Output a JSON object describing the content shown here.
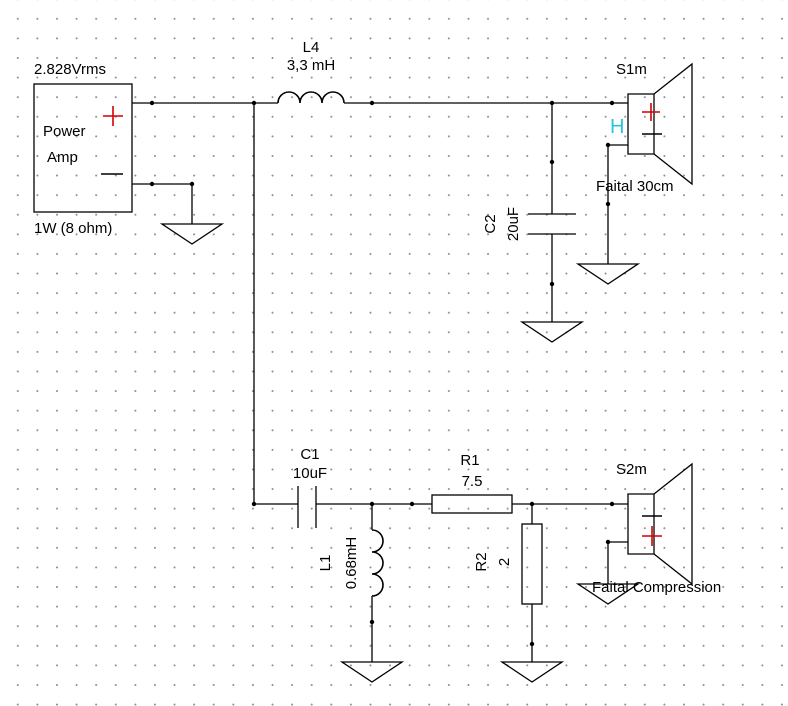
{
  "amplifier": {
    "voltage": "2.828Vrms",
    "name_line1": "Power",
    "name_line2": "Amp",
    "power_rating": "1W (8 ohm)"
  },
  "components": {
    "L4": {
      "ref": "L4",
      "value": "3,3 mH"
    },
    "C2": {
      "ref": "C2",
      "value": "20uF"
    },
    "C1": {
      "ref": "C1",
      "value": "10uF"
    },
    "L1": {
      "ref": "L1",
      "value": "0.68mH"
    },
    "R1": {
      "ref": "R1",
      "value": "7.5"
    },
    "R2": {
      "ref": "R2",
      "value": "2"
    }
  },
  "speakers": {
    "S1m": {
      "ref": "S1m",
      "model": "Faital 30cm",
      "marker": "H"
    },
    "S2m": {
      "ref": "S2m",
      "model": "Faital Compression"
    }
  },
  "colors": {
    "wire": "#000000",
    "polarity_plus": "#d40000",
    "marker_h": "#29c6d8",
    "grid_dot": "#8f8f8f"
  }
}
